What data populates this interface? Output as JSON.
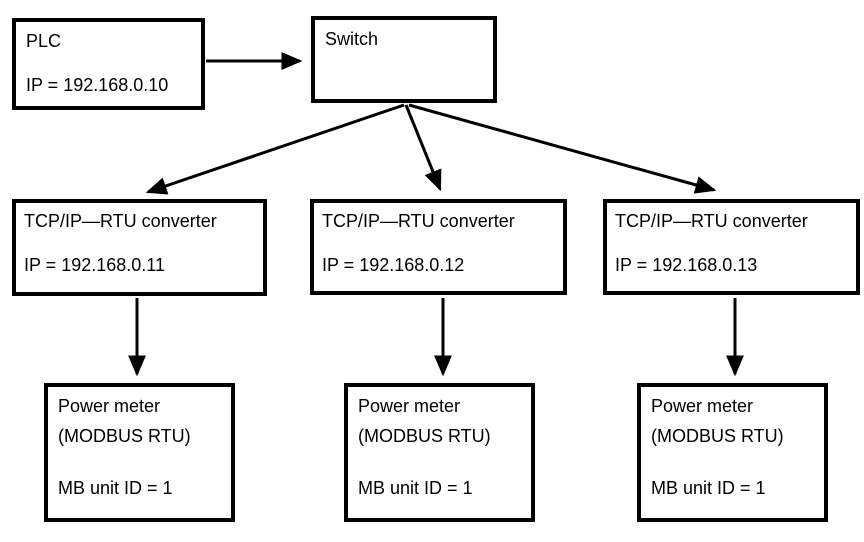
{
  "diagram": {
    "plc": {
      "title": "PLC",
      "ip": "IP = 192.168.0.10"
    },
    "switch": {
      "title": "Switch"
    },
    "converters": [
      {
        "title": "TCP/IP—RTU converter",
        "ip": "IP = 192.168.0.11"
      },
      {
        "title": "TCP/IP—RTU converter",
        "ip": "IP = 192.168.0.12"
      },
      {
        "title": "TCP/IP—RTU converter",
        "ip": "IP = 192.168.0.13"
      }
    ],
    "power_meters": [
      {
        "name": "Power meter",
        "protocol": "(MODBUS RTU)",
        "unit_id": "MB unit ID = 1"
      },
      {
        "name": "Power meter",
        "protocol": "(MODBUS RTU)",
        "unit_id": "MB unit ID = 1"
      },
      {
        "name": "Power meter",
        "protocol": "(MODBUS RTU)",
        "unit_id": "MB unit ID = 1"
      }
    ],
    "colors": {
      "line": "#000000",
      "text": "#000000",
      "background": "#ffffff"
    }
  }
}
